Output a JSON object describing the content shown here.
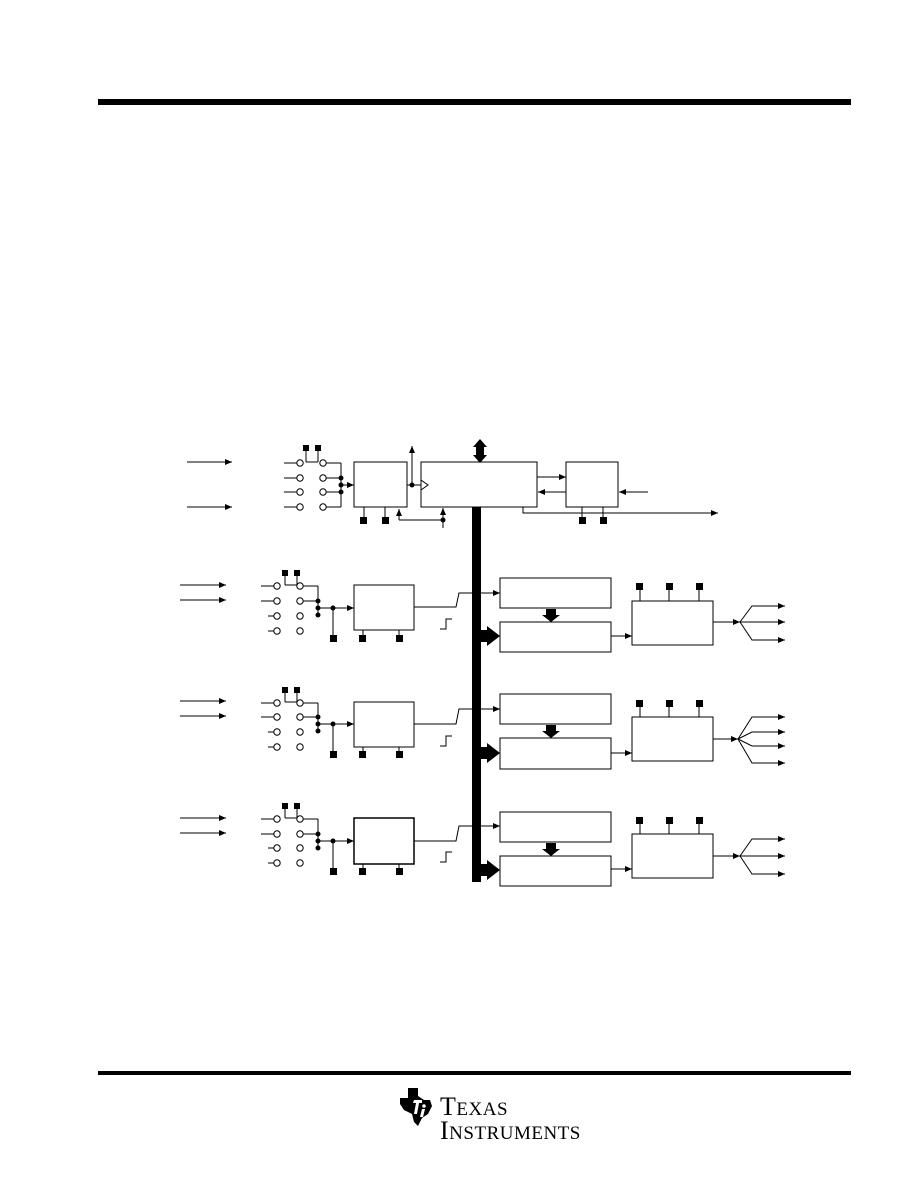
{
  "footer": {
    "logo": {
      "line1_first": "T",
      "line1_rest": "EXAS",
      "line2_first": "I",
      "line2_rest": "NSTRUMENTS"
    }
  },
  "diagram": {
    "channels": 3,
    "channel_outputs": [
      3,
      4,
      3
    ]
  }
}
